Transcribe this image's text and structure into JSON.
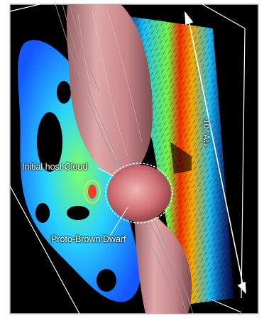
{
  "labels": {
    "host_cloud": "Initial host Cloud",
    "proto_brown_dwarf": "Proto-Brown Dwarf",
    "scale": "10⁴ AU"
  },
  "colors": {
    "background": "#000000",
    "frame": "#ffffff",
    "outflow_lobe": "#c9898c",
    "core": "#d46a6f",
    "density_low": "#1a73ff",
    "density_high": "#ff2a00"
  }
}
